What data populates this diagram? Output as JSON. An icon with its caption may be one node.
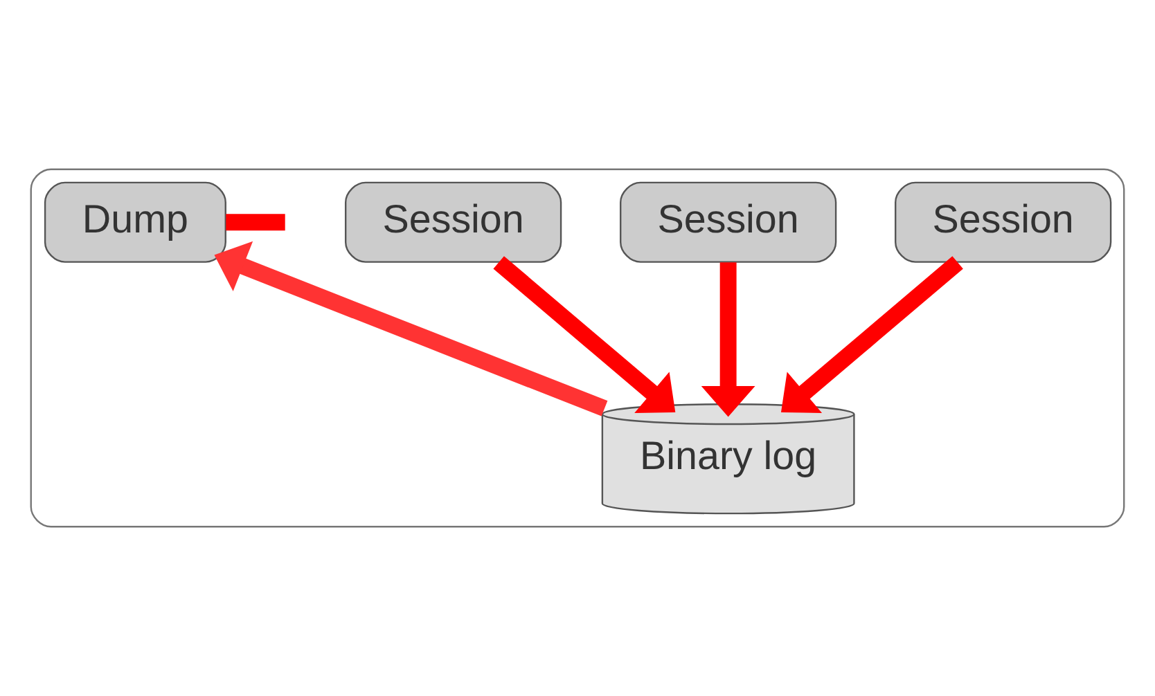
{
  "diagram": {
    "nodes": [
      {
        "text": [],
        "shape": "box"
      },
      {
        "text": [
          "Session"
        ],
        "in": 0
      },
      {
        "text": [
          "Session"
        ],
        "in": 0
      },
      {
        "text": [
          "Session"
        ],
        "in": 0
      },
      {
        "text": [
          "Dump"
        ],
        "in": 0
      },
      {
        "text": [
          "Binary log"
        ],
        "in": 0
      }
    ],
    "edges": [
      {
        "from": 1,
        "to": 5,
        "arrow": "to"
      },
      {
        "from": 2,
        "to": 5,
        "arrow": "to"
      },
      {
        "from": 3,
        "to": 5,
        "arrow": "to"
      },
      {
        "from": 5,
        "to": 4,
        "arrow": "to",
        "color": "#ff3333"
      },
      {
        "from": 4,
        "to": null,
        "arrow": "none"
      }
    ]
  }
}
